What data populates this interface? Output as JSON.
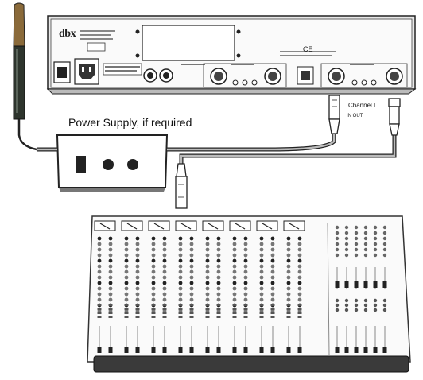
{
  "labels": {
    "power_supply": "Power Supply, if required",
    "channel": "Channel I",
    "in_out": "IN OUT"
  },
  "unit": {
    "brand": "dbx",
    "ce_mark": "CE"
  },
  "mixer": {
    "channel_strips": 8,
    "master_strips": 6
  },
  "colors": {
    "line": "#222222",
    "panel": "#ffffff",
    "shade": "#9a9a9a",
    "mic_body": "#2e352d",
    "mic_head": "#8a6a3a",
    "mixer_bar": "#3a3a3a"
  }
}
